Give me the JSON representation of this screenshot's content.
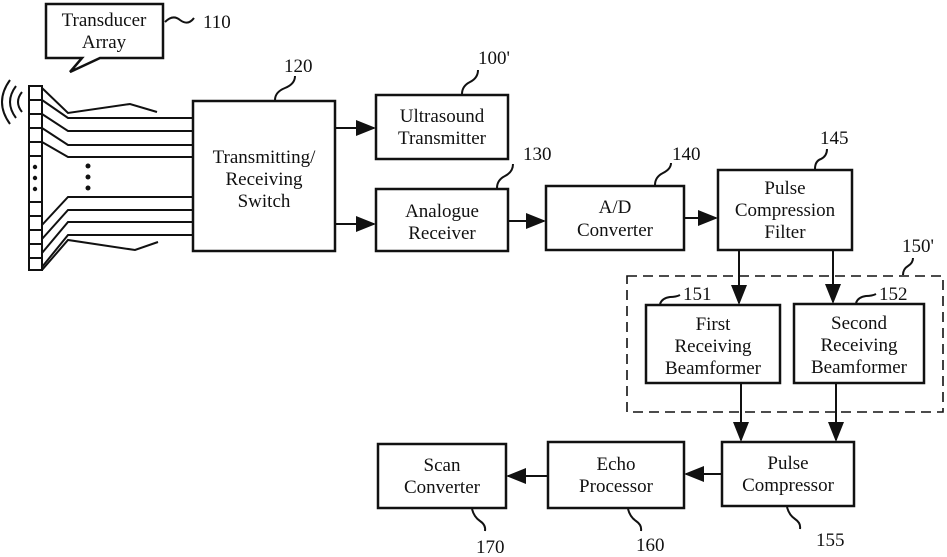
{
  "diagram": {
    "blocks": {
      "transducer_array": {
        "lines": [
          "Transducer",
          "Array"
        ],
        "ref": "110"
      },
      "tr_switch": {
        "lines": [
          "Transmitting/",
          "Receiving",
          "Switch"
        ],
        "ref": "120"
      },
      "ultrasound_tx": {
        "lines": [
          "Ultrasound",
          "Transmitter"
        ],
        "ref": "100'"
      },
      "analogue_rx": {
        "lines": [
          "Analogue",
          "Receiver"
        ],
        "ref": "130"
      },
      "ad_converter": {
        "lines": [
          "A/D",
          "Converter"
        ],
        "ref": "140"
      },
      "pulse_comp_filter": {
        "lines": [
          "Pulse",
          "Compression",
          "Filter"
        ],
        "ref": "145"
      },
      "beamformer_group": {
        "ref": "150'"
      },
      "first_bf": {
        "lines": [
          "First",
          "Receiving",
          "Beamformer"
        ],
        "ref": "151"
      },
      "second_bf": {
        "lines": [
          "Second",
          "Receiving",
          "Beamformer"
        ],
        "ref": "152"
      },
      "pulse_compressor": {
        "lines": [
          "Pulse",
          "Compressor"
        ],
        "ref": "155"
      },
      "echo_processor": {
        "lines": [
          "Echo",
          "Processor"
        ],
        "ref": "160"
      },
      "scan_converter": {
        "lines": [
          "Scan",
          "Converter"
        ],
        "ref": "170"
      }
    }
  }
}
